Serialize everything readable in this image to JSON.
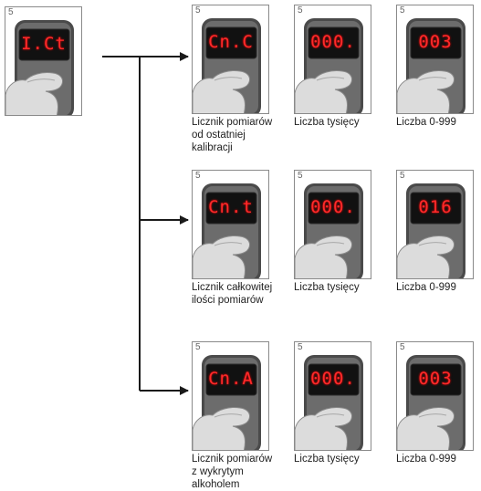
{
  "tile_number": "5",
  "start_display": "I.Ct",
  "rows": [
    {
      "cells": [
        {
          "display": "Cn.C",
          "caption_lines": [
            "Licznik pomiarów",
            "od ostatniej",
            "kalibracji"
          ]
        },
        {
          "display": "000.",
          "caption_lines": [
            "Liczba tysięcy"
          ]
        },
        {
          "display": "003",
          "caption_lines": [
            "Liczba 0-999"
          ]
        }
      ]
    },
    {
      "cells": [
        {
          "display": "Cn.t",
          "caption_lines": [
            "Licznik całkowitej",
            "ilości pomiarów"
          ]
        },
        {
          "display": "000.",
          "caption_lines": [
            "Liczba tysięcy"
          ]
        },
        {
          "display": "016",
          "caption_lines": [
            "Liczba 0-999"
          ]
        }
      ]
    },
    {
      "cells": [
        {
          "display": "Cn.A",
          "caption_lines": [
            "Licznik pomiarów",
            "z wykrytym",
            "alkoholem"
          ]
        },
        {
          "display": "000.",
          "caption_lines": [
            "Liczba tysięcy"
          ]
        },
        {
          "display": "003",
          "caption_lines": [
            "Liczba 0-999"
          ]
        }
      ]
    }
  ],
  "colors": {
    "display_led": "#ff2a2a",
    "screen": "#111111",
    "device": "#4a4a4a",
    "arrow": "#1a1a1a"
  }
}
